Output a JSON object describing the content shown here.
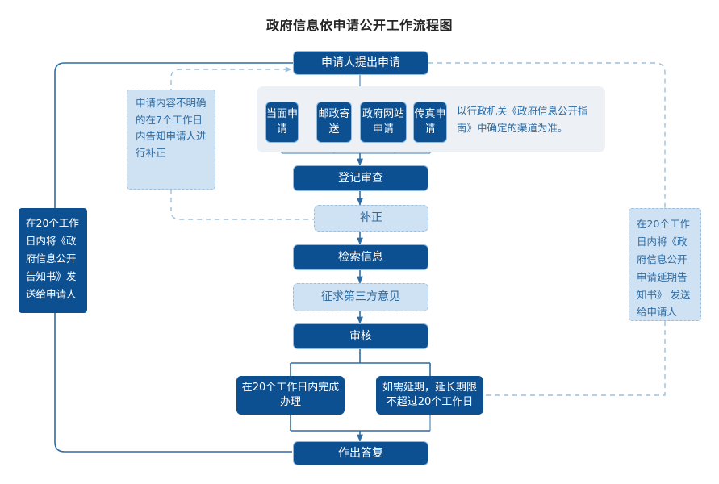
{
  "diagram": {
    "title": "政府信息依申请公开工作流程图",
    "colors": {
      "dark_blue": "#0D5091",
      "light_blue_fill": "#CFE2F3",
      "light_blue_text": "#2E6CA4",
      "band_gray": "#EDF1F5",
      "connector_solid": "#2E6CA4",
      "connector_dashed": "#9DBFDB",
      "title_text": "#262626"
    },
    "nodes": {
      "start": "申请人提出申请",
      "register_review": "登记审查",
      "supplement": "补正",
      "search_info": "检索信息",
      "third_party_opinion": "征求第三方意见",
      "audit": "审核",
      "complete_20days": "在20个工作日内完成办理",
      "extension": "如需延期，延长期限不超过20个工作日",
      "reply": "作出答复"
    },
    "channels": {
      "items": [
        "当面申请",
        "邮政寄送",
        "政府网站申请",
        "传真申请"
      ],
      "note": "以行政机关《政府信息公开指南》中确定的渠道为准。"
    },
    "annotations": {
      "unclear_content": "申请内容不明确的在7个工作日内告知申请人进行补正",
      "left_notice": "在20个工作日内将《政府信息公开告知书》发送给申请人",
      "right_notice": "在20个工作日内将《政府信息公开申请延期告知书》 发送给申请人"
    }
  }
}
